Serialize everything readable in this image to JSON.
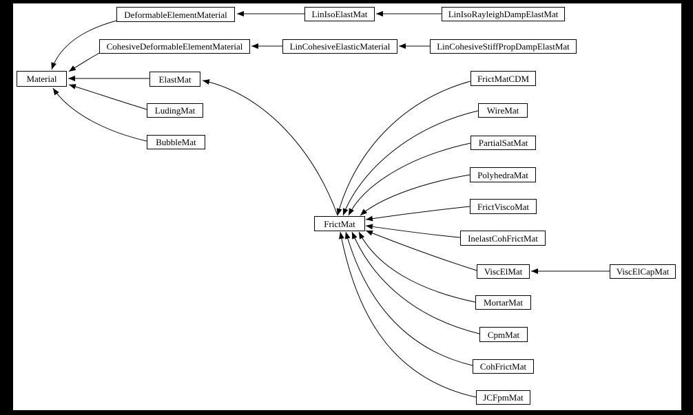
{
  "diagram": {
    "type": "class-inheritance-graph",
    "arrow_meaning": "arrow points from derived class to base class",
    "colors": {
      "page_background": "#000000",
      "diagram_background": "#ffffff",
      "node_fill": "#ffffff",
      "node_border": "#000000",
      "edge": "#000000",
      "text": "#000000"
    },
    "nodes": [
      {
        "label": "Material"
      },
      {
        "label": "DeformableElementMaterial"
      },
      {
        "label": "LinIsoElastMat"
      },
      {
        "label": "LinIsoRayleighDampElastMat"
      },
      {
        "label": "CohesiveDeformableElementMaterial"
      },
      {
        "label": "LinCohesiveElasticMaterial"
      },
      {
        "label": "LinCohesiveStiffPropDampElastMat"
      },
      {
        "label": "ElastMat"
      },
      {
        "label": "LudingMat"
      },
      {
        "label": "BubbleMat"
      },
      {
        "label": "FrictMat"
      },
      {
        "label": "FrictMatCDM"
      },
      {
        "label": "WireMat"
      },
      {
        "label": "PartialSatMat"
      },
      {
        "label": "PolyhedraMat"
      },
      {
        "label": "FrictViscoMat"
      },
      {
        "label": "InelastCohFrictMat"
      },
      {
        "label": "ViscElMat"
      },
      {
        "label": "ViscElCapMat"
      },
      {
        "label": "MortarMat"
      },
      {
        "label": "CpmMat"
      },
      {
        "label": "CohFrictMat"
      },
      {
        "label": "JCFpmMat"
      }
    ],
    "edges": [
      {
        "from": "DeformableElementMaterial",
        "to": "Material"
      },
      {
        "from": "CohesiveDeformableElementMaterial",
        "to": "Material"
      },
      {
        "from": "ElastMat",
        "to": "Material"
      },
      {
        "from": "LudingMat",
        "to": "Material"
      },
      {
        "from": "BubbleMat",
        "to": "Material"
      },
      {
        "from": "LinIsoElastMat",
        "to": "DeformableElementMaterial"
      },
      {
        "from": "LinIsoRayleighDampElastMat",
        "to": "LinIsoElastMat"
      },
      {
        "from": "LinCohesiveElasticMaterial",
        "to": "CohesiveDeformableElementMaterial"
      },
      {
        "from": "LinCohesiveStiffPropDampElastMat",
        "to": "LinCohesiveElasticMaterial"
      },
      {
        "from": "FrictMat",
        "to": "ElastMat"
      },
      {
        "from": "FrictMatCDM",
        "to": "FrictMat"
      },
      {
        "from": "WireMat",
        "to": "FrictMat"
      },
      {
        "from": "PartialSatMat",
        "to": "FrictMat"
      },
      {
        "from": "PolyhedraMat",
        "to": "FrictMat"
      },
      {
        "from": "FrictViscoMat",
        "to": "FrictMat"
      },
      {
        "from": "InelastCohFrictMat",
        "to": "FrictMat"
      },
      {
        "from": "ViscElMat",
        "to": "FrictMat"
      },
      {
        "from": "MortarMat",
        "to": "FrictMat"
      },
      {
        "from": "CpmMat",
        "to": "FrictMat"
      },
      {
        "from": "CohFrictMat",
        "to": "FrictMat"
      },
      {
        "from": "JCFpmMat",
        "to": "FrictMat"
      },
      {
        "from": "ViscElCapMat",
        "to": "ViscElMat"
      }
    ]
  }
}
